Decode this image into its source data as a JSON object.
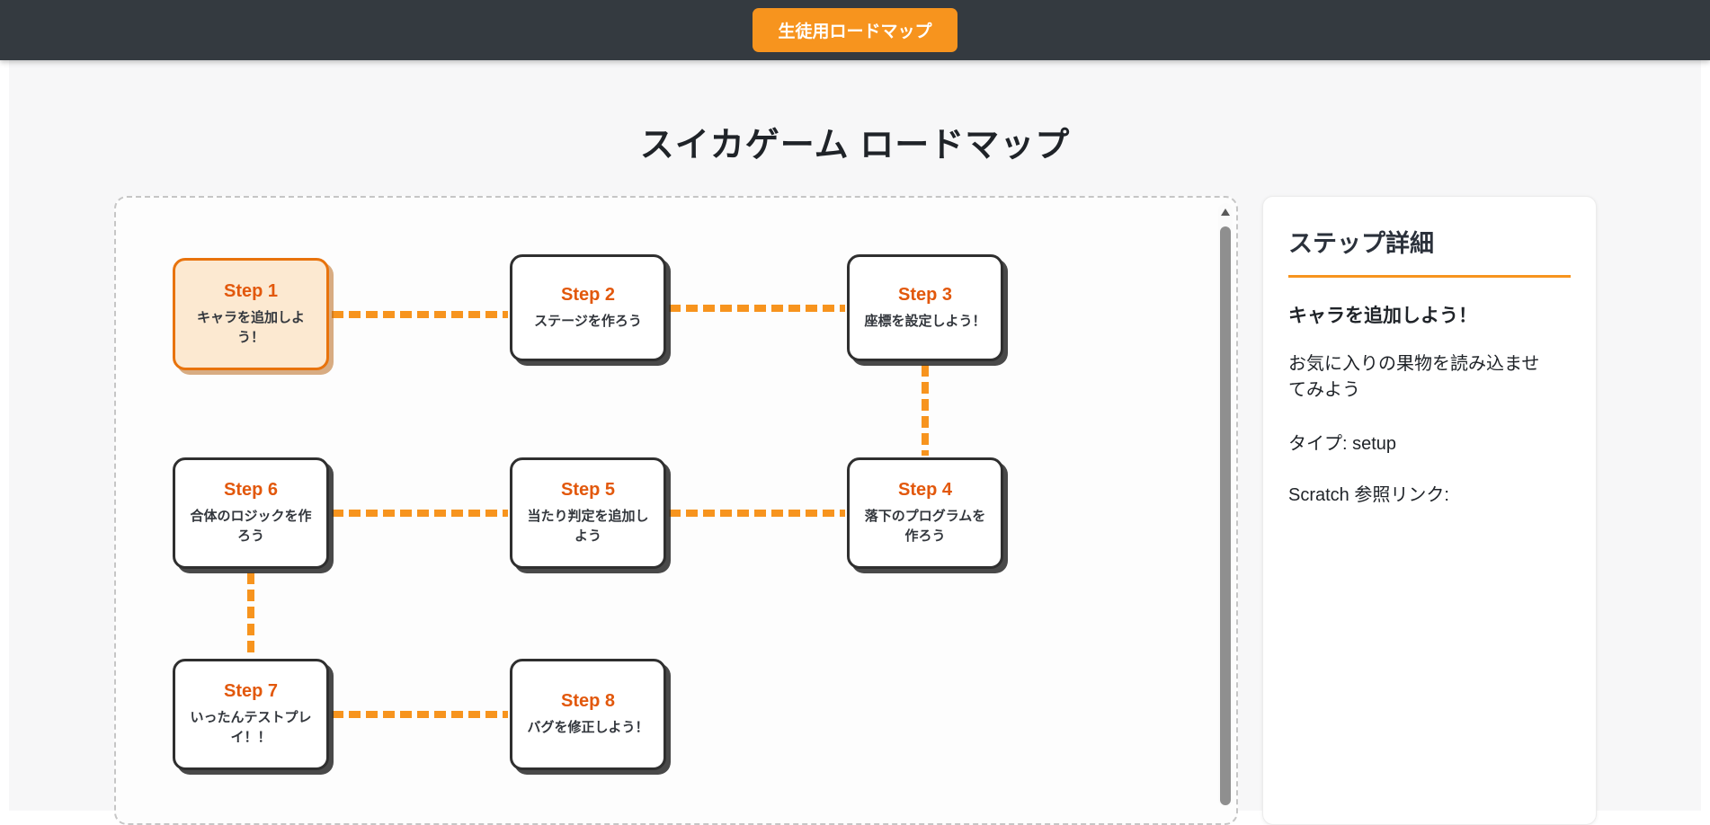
{
  "header": {
    "button_label": "生徒用ロードマップ"
  },
  "page": {
    "title": "スイカゲーム ロードマップ"
  },
  "flow": {
    "steps": [
      {
        "title": "Step 1",
        "label": "キャラを追加しよう！",
        "active": true
      },
      {
        "title": "Step 2",
        "label": "ステージを作ろう",
        "active": false
      },
      {
        "title": "Step 3",
        "label": "座標を設定しよう！",
        "active": false
      },
      {
        "title": "Step 4",
        "label": "落下のプログラムを作ろう",
        "active": false
      },
      {
        "title": "Step 5",
        "label": "当たり判定を追加しよう",
        "active": false
      },
      {
        "title": "Step 6",
        "label": "合体のロジックを作ろう",
        "active": false
      },
      {
        "title": "Step 7",
        "label": "いったんテストプレイ！！",
        "active": false
      },
      {
        "title": "Step 8",
        "label": "バグを修正しよう！",
        "active": false
      }
    ]
  },
  "details_panel": {
    "heading": "ステップ詳細",
    "step_title": "キャラを追加しよう！",
    "description": "お気に入りの果物を読み込ませてみよう",
    "type_label": "タイプ: setup",
    "scratch_link_label": "Scratch 参照リンク:"
  },
  "colors": {
    "header_bg": "#343A40",
    "accent_orange": "#F7941E",
    "connector_orange": "#F7941E",
    "step_title_color": "#E2580C",
    "active_step_bg": "#FCE9D1",
    "active_step_border": "#E8730C",
    "step_box_border": "#2F2F2F"
  }
}
